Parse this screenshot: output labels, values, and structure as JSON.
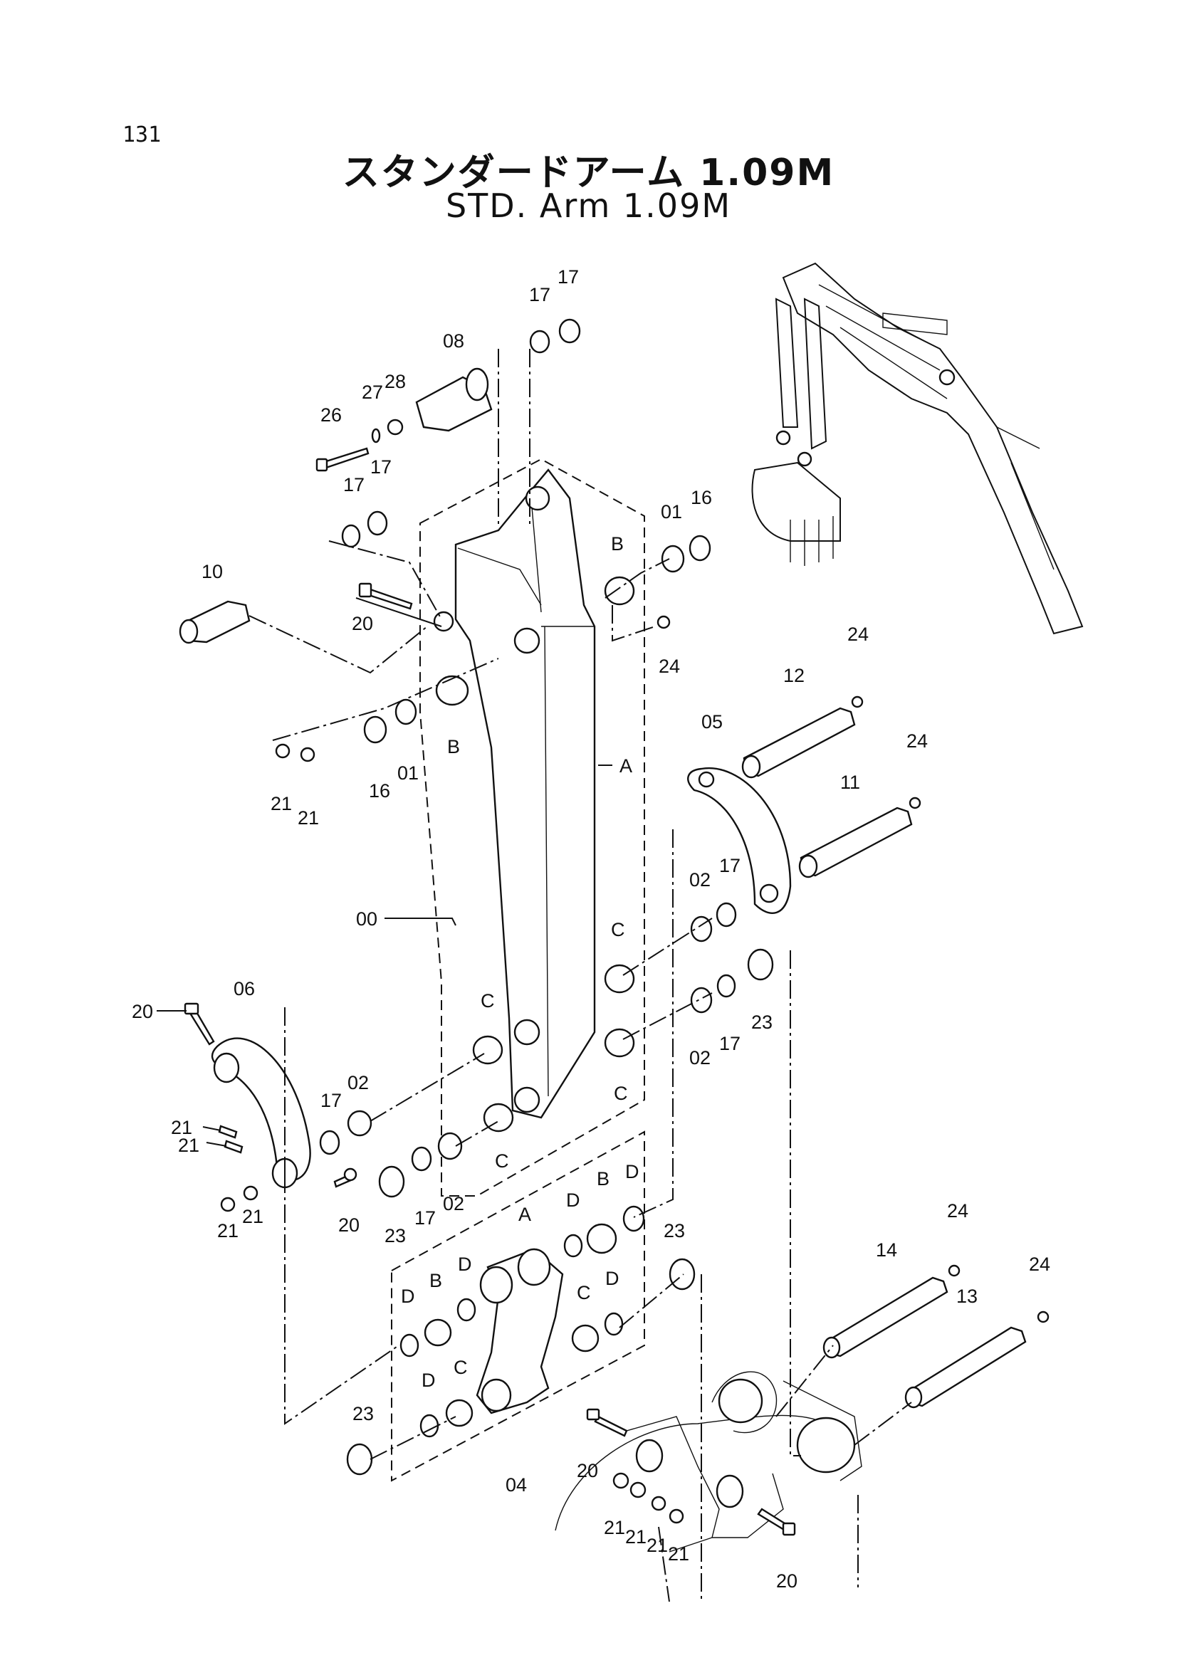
{
  "page_number": "131",
  "title_ja": "スタンダードアーム 1.09M",
  "title_en": "STD. Arm 1.09M",
  "labels": {
    "p00": "00",
    "p01": "01",
    "p02": "02",
    "p04": "04",
    "p05": "05",
    "p06": "06",
    "p08": "08",
    "p10": "10",
    "p11": "11",
    "p12": "12",
    "p13": "13",
    "p14": "14",
    "p16": "16",
    "p17": "17",
    "p20": "20",
    "p21": "21",
    "p23": "23",
    "p24": "24",
    "p26": "26",
    "p27": "27",
    "p28": "28",
    "A": "A",
    "B": "B",
    "C": "C",
    "D": "D"
  }
}
